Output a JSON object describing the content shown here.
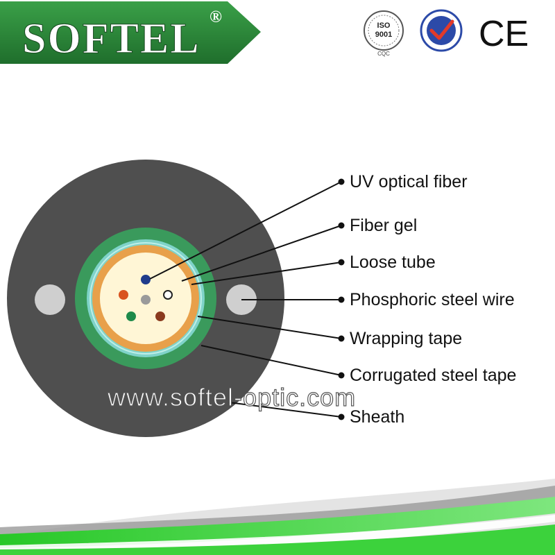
{
  "header": {
    "brand": "SOFTEL",
    "registered_mark": "®",
    "iso_badge": {
      "line1": "ISO",
      "line2": "9001",
      "sub": "CQC"
    },
    "ce_mark": "CE"
  },
  "diagram": {
    "labels": [
      "UV optical fiber",
      "Fiber gel",
      "Loose tube",
      "Phosphoric steel wire",
      "Wrapping tape",
      "Corrugated steel tape",
      "Sheath"
    ]
  },
  "watermark": "www.softel-optic.com",
  "colors": {
    "brand_green": "#2e8a3a",
    "sheath": "#4f4f4f",
    "corrugated_tape": "#3a9a5c",
    "wrapping_tape": "#7fd3c9",
    "loose_tube": "#e8a04a",
    "fiber_gel": "#fff6d6",
    "steel_wire": "#cfcfcf",
    "fiber_colors": [
      "#1f3c8c",
      "#d9531e",
      "#9a9a9a",
      "#ffffff",
      "#1e8a4a",
      "#8a3a1e"
    ],
    "wave_green": "#3cd23c"
  }
}
